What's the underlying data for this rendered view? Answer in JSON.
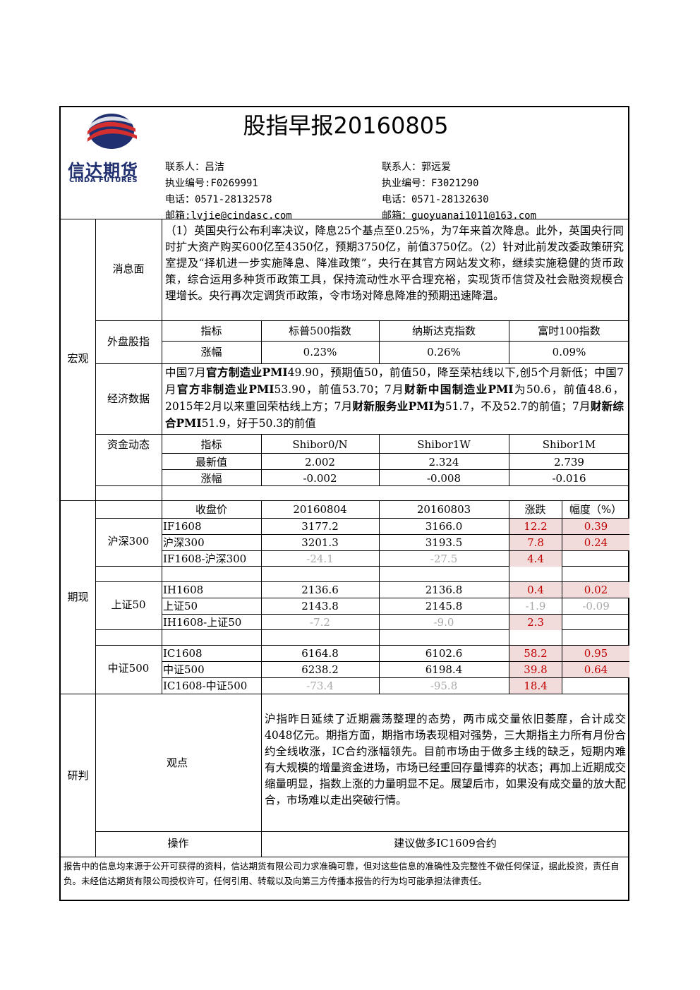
{
  "header": {
    "title": "股指早报20160805",
    "logo_cn": "信达期货",
    "logo_en": "CINDA FUTURES",
    "contacts": [
      {
        "name": "联系人：吕洁",
        "license": "执业编号:F0269991",
        "phone": "电话：0571-28132578",
        "email": "邮箱:lvjie@cindasc.com"
      },
      {
        "name": "联系人：郭远爱",
        "license": "执业编号：F3021290",
        "phone": "电话：0571-28132630",
        "email": "邮箱：guoyuanai1011@163.com"
      }
    ]
  },
  "macro": {
    "section": "宏观",
    "news": {
      "label": "消息面",
      "text": "（1）英国央行公布利率决议，降息25个基点至0.25%，为7年来首次降息。此外，英国央行同时扩大资产购买600亿至4350亿，预期3750亿，前值3750亿。（2）针对此前发改委政策研究室提及“择机进一步实施降息、降准政策”，央行在其官方网站发文称，继续实施稳健的货币政策，综合运用多种货币政策工具，保持流动性水平合理充裕，实现货币信贷及社会融资规模合理增长。央行再次定调货币政策，令市场对降息降准的预期迅速降温。"
    },
    "foreign": {
      "label": "外盘股指",
      "headers": [
        "指标",
        "标普500指数",
        "纳斯达克指数",
        "富时100指数"
      ],
      "row_label": "涨幅",
      "values": [
        "0.23%",
        "0.26%",
        "0.09%"
      ]
    },
    "econ": {
      "label": "经济数据",
      "parts": [
        {
          "t": "中国7月",
          "b": false
        },
        {
          "t": "官方制造业PMI",
          "b": true
        },
        {
          "t": "49.90，预期值50，前值50，降至荣枯线以下,创5个月新低；中国7月",
          "b": false
        },
        {
          "t": "官方非制造业PMI",
          "b": true
        },
        {
          "t": "53.90，前值53.70；7月",
          "b": false
        },
        {
          "t": "财新中国制造业PMI",
          "b": true
        },
        {
          "t": "为50.6，前值48.6，2015年2月以来重回荣枯线上方；7月",
          "b": false
        },
        {
          "t": "财新服务业PMI为",
          "b": true
        },
        {
          "t": "51.7，不及52.7的前值；7月",
          "b": false
        },
        {
          "t": "财新综合PMI",
          "b": true
        },
        {
          "t": "51.9，好于50.3的前值",
          "b": false
        }
      ]
    },
    "funds": {
      "label": "资金动态",
      "headers": [
        "指标",
        "Shibor0/N",
        "Shibor1W",
        "Shibor1M"
      ],
      "rows": [
        {
          "label": "最新值",
          "values": [
            "2.002",
            "2.324",
            "2.739"
          ]
        },
        {
          "label": "涨幅",
          "values": [
            "-0.002",
            "-0.008",
            "-0.016"
          ]
        }
      ]
    }
  },
  "futures": {
    "section": "期现",
    "headers": [
      "收盘价",
      "20160804",
      "20160803",
      "涨跌",
      "幅度（%）"
    ],
    "groups": [
      {
        "label": "沪深300",
        "rows": [
          {
            "name": "IF1608",
            "d1": "3177.2",
            "d2": "3166.0",
            "chg": "12.2",
            "pct": "0.39",
            "gray": false,
            "chg_red": true,
            "pct_red": true
          },
          {
            "name": "沪深300",
            "d1": "3201.3",
            "d2": "3193.5",
            "chg": "7.8",
            "pct": "0.24",
            "gray": false,
            "chg_red": true,
            "pct_red": true
          },
          {
            "name": "IF1608-沪深300",
            "d1": "-24.1",
            "d2": "-27.5",
            "chg": "4.4",
            "pct": "",
            "gray": true,
            "chg_red": true,
            "pct_red": false
          }
        ]
      },
      {
        "label": "上证50",
        "rows": [
          {
            "name": "IH1608",
            "d1": "2136.6",
            "d2": "2136.8",
            "chg": "0.4",
            "pct": "0.02",
            "gray": false,
            "chg_red": true,
            "pct_red": true
          },
          {
            "name": "上证50",
            "d1": "2143.8",
            "d2": "2145.8",
            "chg": "-1.9",
            "pct": "-0.09",
            "gray": false,
            "chg_red": false,
            "pct_red": false
          },
          {
            "name": "IH1608-上证50",
            "d1": "-7.2",
            "d2": "-9.0",
            "chg": "2.3",
            "pct": "",
            "gray": true,
            "chg_red": true,
            "pct_red": false
          }
        ]
      },
      {
        "label": "中证500",
        "rows": [
          {
            "name": "IC1608",
            "d1": "6164.8",
            "d2": "6102.6",
            "chg": "58.2",
            "pct": "0.95",
            "gray": false,
            "chg_red": true,
            "pct_red": true
          },
          {
            "name": "中证500",
            "d1": "6238.2",
            "d2": "6198.4",
            "chg": "39.8",
            "pct": "0.64",
            "gray": false,
            "chg_red": true,
            "pct_red": true
          },
          {
            "name": "IC1608-中证500",
            "d1": "-73.4",
            "d2": "-95.8",
            "chg": "18.4",
            "pct": "",
            "gray": true,
            "chg_red": true,
            "pct_red": false
          }
        ]
      }
    ]
  },
  "research": {
    "section": "研判",
    "view_label": "观点",
    "view_text": "沪指昨日延续了近期震荡整理的态势，两市成交量依旧萎靡，合计成交4048亿元。期指方面，期指市场表现相对强势，三大期指主力所有月份合约全线收涨，IC合约涨幅领先。目前市场由于做多主线的缺乏，短期内难有大规模的增量资金进场，市场已经重回存量博弈的状态；再加上近期成交缩量明显，指数上涨的力量明显不足。展望后市，如果没有成交量的放大配合，市场难以走出突破行情。",
    "op_label": "操作",
    "op_text": "建议做多IC1609合约"
  },
  "disclaimer": "报告中的信息均来源于公开可获得的资料，信达期货有限公司力求准确可靠，但对这些信息的准确性及完整性不做任何保证，据此投资，责任自负。未经信达期货有限公司授权许可，任何引用、转载以及向第三方传播本报告的行为均可能承担法律责任。",
  "colors": {
    "negative_text": "#aaaaaa",
    "positive_text": "#c00000",
    "positive_fill": "#f2dcdb",
    "logo_red": "#d32f2f",
    "logo_navy": "#1f2f6f"
  }
}
